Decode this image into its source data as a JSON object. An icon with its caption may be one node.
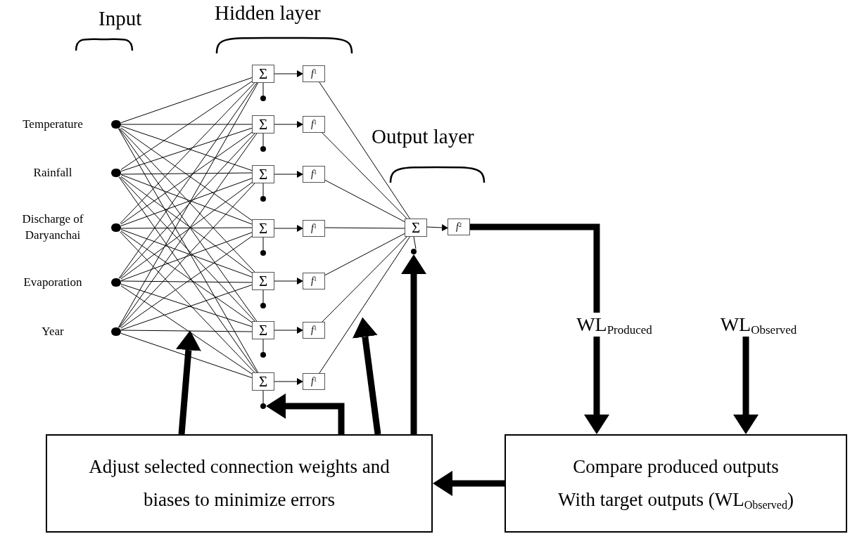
{
  "diagram": {
    "nodes": [
      {
        "text": [],
        "shape": "circle",
        "beside": [
          "Temperature"
        ]
      },
      {
        "text": [],
        "shape": "circle",
        "beside": [
          "Rainfall"
        ]
      },
      {
        "text": [],
        "shape": "circle",
        "beside": [
          "Discharge of Daryanchai"
        ]
      },
      {
        "text": [],
        "shape": "circle",
        "beside": [
          "Evaporation"
        ]
      },
      {
        "text": [],
        "shape": "circle",
        "beside": [
          "Year"
        ]
      },
      {
        "text": [
          "Σ"
        ]
      },
      {
        "text": [
          "Σ"
        ]
      },
      {
        "text": [
          "Σ"
        ]
      },
      {
        "text": [
          "Σ"
        ]
      },
      {
        "text": [
          "Σ"
        ]
      },
      {
        "text": [
          "Σ"
        ]
      },
      {
        "text": [
          "Σ"
        ]
      },
      {
        "text": [
          "*f*$^{1}$"
        ]
      },
      {
        "text": [
          "*f*$^{1}$"
        ]
      },
      {
        "text": [
          "*f*$^{1}$"
        ]
      },
      {
        "text": [
          "*f*$^{1}$"
        ]
      },
      {
        "text": [
          "*f*$^{1}$"
        ]
      },
      {
        "text": [
          "*f*$^{1}$"
        ]
      },
      {
        "text": [
          "*f*$^{1}$"
        ]
      },
      {
        "text": [
          "Σ"
        ]
      },
      {
        "text": [
          "*f*$^{2}$"
        ]
      },
      {
        "text": [],
        "shape": "circle"
      },
      {
        "text": [],
        "shape": "circle"
      },
      {
        "text": [],
        "shape": "circle"
      },
      {
        "text": [],
        "shape": "circle"
      },
      {
        "text": [],
        "shape": "circle"
      },
      {
        "text": [],
        "shape": "circle"
      },
      {
        "text": [],
        "shape": "circle"
      },
      {
        "text": [],
        "shape": "circle"
      },
      {
        "text": [
          "WL$_{Produced}$"
        ]
      },
      {
        "text": [
          "WL$_{Observed}$"
        ]
      },
      {
        "text": [
          "Adjust selected connection weights and biases to minimize errors"
        ]
      },
      {
        "text": [
          "Compare produced outputs",
          "With target outputs (WL$_{Observed}$)"
        ]
      }
    ],
    "edges": [
      {
        "from": 0,
        "to": 5,
        "arrow": "none"
      },
      {
        "from": 0,
        "to": 6,
        "arrow": "none"
      },
      {
        "from": 0,
        "to": 7,
        "arrow": "none"
      },
      {
        "from": 0,
        "to": 8,
        "arrow": "none"
      },
      {
        "from": 0,
        "to": 9,
        "arrow": "none"
      },
      {
        "from": 0,
        "to": 10,
        "arrow": "none"
      },
      {
        "from": 0,
        "to": 11,
        "arrow": "none"
      },
      {
        "from": 1,
        "to": 5,
        "arrow": "none"
      },
      {
        "from": 1,
        "to": 6,
        "arrow": "none"
      },
      {
        "from": 1,
        "to": 7,
        "arrow": "none"
      },
      {
        "from": 1,
        "to": 8,
        "arrow": "none"
      },
      {
        "from": 1,
        "to": 9,
        "arrow": "none"
      },
      {
        "from": 1,
        "to": 10,
        "arrow": "none"
      },
      {
        "from": 1,
        "to": 11,
        "arrow": "none"
      },
      {
        "from": 2,
        "to": 5,
        "arrow": "none"
      },
      {
        "from": 2,
        "to": 6,
        "arrow": "none"
      },
      {
        "from": 2,
        "to": 7,
        "arrow": "none"
      },
      {
        "from": 2,
        "to": 8,
        "arrow": "none"
      },
      {
        "from": 2,
        "to": 9,
        "arrow": "none"
      },
      {
        "from": 2,
        "to": 10,
        "arrow": "none"
      },
      {
        "from": 2,
        "to": 11,
        "arrow": "none"
      },
      {
        "from": 3,
        "to": 5,
        "arrow": "none"
      },
      {
        "from": 3,
        "to": 6,
        "arrow": "none"
      },
      {
        "from": 3,
        "to": 7,
        "arrow": "none"
      },
      {
        "from": 3,
        "to": 8,
        "arrow": "none"
      },
      {
        "from": 3,
        "to": 9,
        "arrow": "none"
      },
      {
        "from": 3,
        "to": 10,
        "arrow": "none"
      },
      {
        "from": 3,
        "to": 11,
        "arrow": "none"
      },
      {
        "from": 4,
        "to": 5,
        "arrow": "none"
      },
      {
        "from": 4,
        "to": 6,
        "arrow": "none"
      },
      {
        "from": 4,
        "to": 7,
        "arrow": "none"
      },
      {
        "from": 4,
        "to": 8,
        "arrow": "none"
      },
      {
        "from": 4,
        "to": 9,
        "arrow": "none"
      },
      {
        "from": 4,
        "to": 10,
        "arrow": "none"
      },
      {
        "from": 4,
        "to": 11,
        "arrow": "none"
      },
      {
        "from": 5,
        "to": 12,
        "arrow": "to"
      },
      {
        "from": 6,
        "to": 13,
        "arrow": "to"
      },
      {
        "from": 7,
        "to": 14,
        "arrow": "to"
      },
      {
        "from": 8,
        "to": 15,
        "arrow": "to"
      },
      {
        "from": 9,
        "to": 16,
        "arrow": "to"
      },
      {
        "from": 10,
        "to": 17,
        "arrow": "to"
      },
      {
        "from": 11,
        "to": 18,
        "arrow": "to"
      },
      {
        "from": 12,
        "to": 19,
        "arrow": "none"
      },
      {
        "from": 13,
        "to": 19,
        "arrow": "none"
      },
      {
        "from": 14,
        "to": 19,
        "arrow": "none"
      },
      {
        "from": 15,
        "to": 19,
        "arrow": "none"
      },
      {
        "from": 16,
        "to": 19,
        "arrow": "none"
      },
      {
        "from": 17,
        "to": 19,
        "arrow": "none"
      },
      {
        "from": 18,
        "to": 19,
        "arrow": "none"
      },
      {
        "from": 19,
        "to": 20,
        "arrow": "to"
      },
      {
        "from": 5,
        "to": 21,
        "arrow": "none"
      },
      {
        "from": 6,
        "to": 22,
        "arrow": "none"
      },
      {
        "from": 7,
        "to": 23,
        "arrow": "none"
      },
      {
        "from": 8,
        "to": 24,
        "arrow": "none"
      },
      {
        "from": 9,
        "to": 25,
        "arrow": "none"
      },
      {
        "from": 10,
        "to": 26,
        "arrow": "none"
      },
      {
        "from": 11,
        "to": 27,
        "arrow": "none"
      },
      {
        "from": 19,
        "to": 28,
        "arrow": "none"
      },
      {
        "from": 20,
        "to": 29,
        "arrow": "none",
        "style": "thick"
      },
      {
        "from": 29,
        "to": 32,
        "arrow": "to",
        "style": "thick"
      },
      {
        "from": 30,
        "to": 32,
        "arrow": "to",
        "style": "thick"
      },
      {
        "from": 32,
        "to": 31,
        "arrow": "to",
        "style": "thick"
      },
      {
        "from": 31,
        "to": null,
        "arrow": "to",
        "style": "thick"
      },
      {
        "from": 31,
        "to": 27,
        "arrow": "to",
        "style": "thick"
      },
      {
        "from": 31,
        "to": null,
        "arrow": "to",
        "style": "thick"
      },
      {
        "from": 31,
        "to": 28,
        "arrow": "to",
        "style": "thick"
      }
    ],
    "labels": [
      "Input",
      "Hidden layer",
      "Output layer"
    ]
  }
}
